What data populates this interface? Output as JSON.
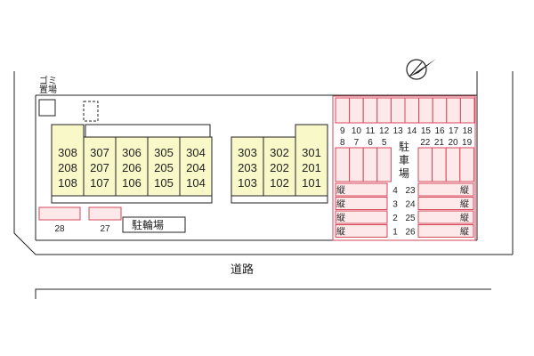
{
  "site_plan": {
    "garbage_label_line1": "ゴミ",
    "garbage_label_line2": "置場",
    "road_label": "道路",
    "bike_parking_label": "駐輪場",
    "parking_label_chars": [
      "駐",
      "車",
      "場"
    ],
    "north_symbol": "north-arrow-icon",
    "tall_space_mark": "縦",
    "colors": {
      "building": "#f8f8c8",
      "parking_fill": "#fde8ea",
      "parking_border": "#d6475a",
      "line": "#222222"
    }
  },
  "buildings": {
    "left_block": [
      [
        "308",
        "208",
        "108"
      ],
      [
        "307",
        "207",
        "107"
      ],
      [
        "306",
        "206",
        "106"
      ],
      [
        "305",
        "205",
        "105"
      ],
      [
        "304",
        "204",
        "104"
      ]
    ],
    "right_block": [
      [
        "303",
        "203",
        "103"
      ],
      [
        "302",
        "202",
        "102"
      ],
      [
        "301",
        "201",
        "101"
      ]
    ]
  },
  "parking": {
    "top_row": [
      "9",
      "10",
      "11",
      "12",
      "13",
      "14",
      "15",
      "16",
      "17",
      "18"
    ],
    "left_upper": [
      "8",
      "7",
      "6",
      "5"
    ],
    "right_upper": [
      "22",
      "21",
      "20",
      "19"
    ],
    "left_lower": [
      "4",
      "3",
      "2",
      "1"
    ],
    "right_lower": [
      "23",
      "24",
      "25",
      "26"
    ],
    "outside": [
      "28",
      "27"
    ]
  }
}
